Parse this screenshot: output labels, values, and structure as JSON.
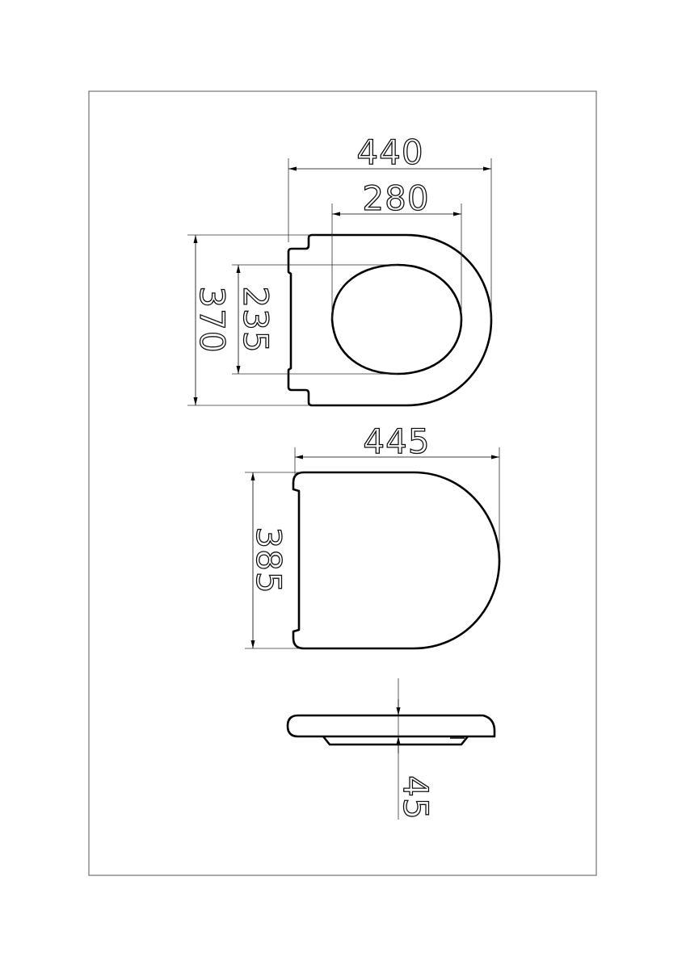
{
  "drawing": {
    "top_view": {
      "overall_width": "440",
      "opening_width": "280",
      "overall_depth": "370",
      "opening_depth": "235"
    },
    "lid_view": {
      "width": "445",
      "depth": "385"
    },
    "side_view": {
      "height": "45"
    },
    "line_color": "#000000"
  }
}
